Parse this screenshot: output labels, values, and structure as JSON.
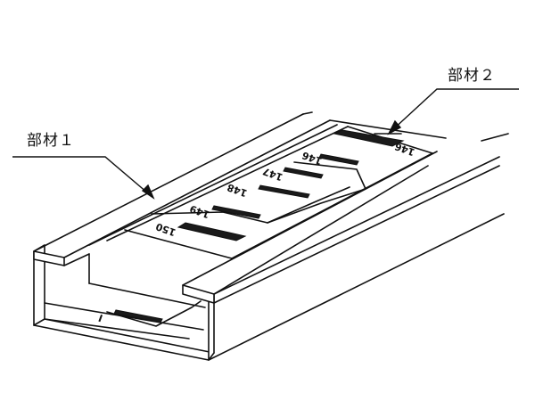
{
  "callouts": {
    "member1": {
      "label": "部材１"
    },
    "member2": {
      "label": "部材２"
    }
  },
  "scale": {
    "numbers": [
      "146",
      "146",
      "147",
      "148",
      "149",
      "150"
    ],
    "end_mark": "I"
  },
  "colors": {
    "line": "#111111",
    "background": "#ffffff",
    "mark_fill": "#1a1a1a"
  }
}
